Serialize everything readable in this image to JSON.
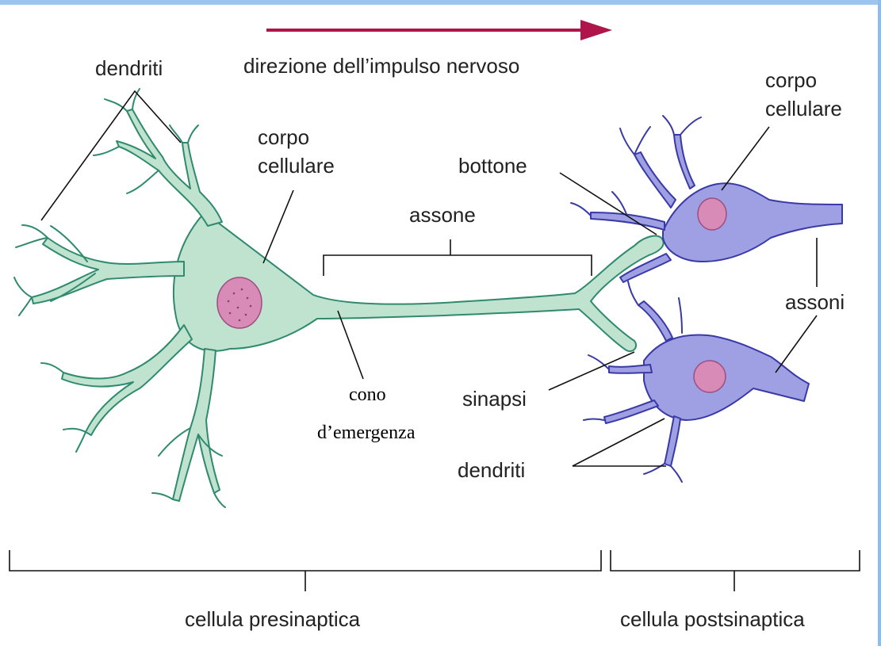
{
  "labels": {
    "direction": "direzione dell’impulso nervoso",
    "dendrites_left": "dendriti",
    "cell_body_left_1": "corpo",
    "cell_body_left_2": "cellulare",
    "axon": "assone",
    "hillock_1": "cono",
    "hillock_2": "d’emergenza",
    "button": "bottone",
    "cell_body_right_1": "corpo",
    "cell_body_right_2": "cellulare",
    "axons_right": "assoni",
    "synapse": "sinapsi",
    "dendrites_right": "dendriti",
    "presynaptic": "cellula presinaptica",
    "postsynaptic": "cellula postsinaptica"
  },
  "colors": {
    "presynaptic_cell": "#bfe3cf",
    "postsynaptic_cell": "#9f9fe3",
    "nucleus": "#d98bb8",
    "arrow": "#b0154a"
  }
}
